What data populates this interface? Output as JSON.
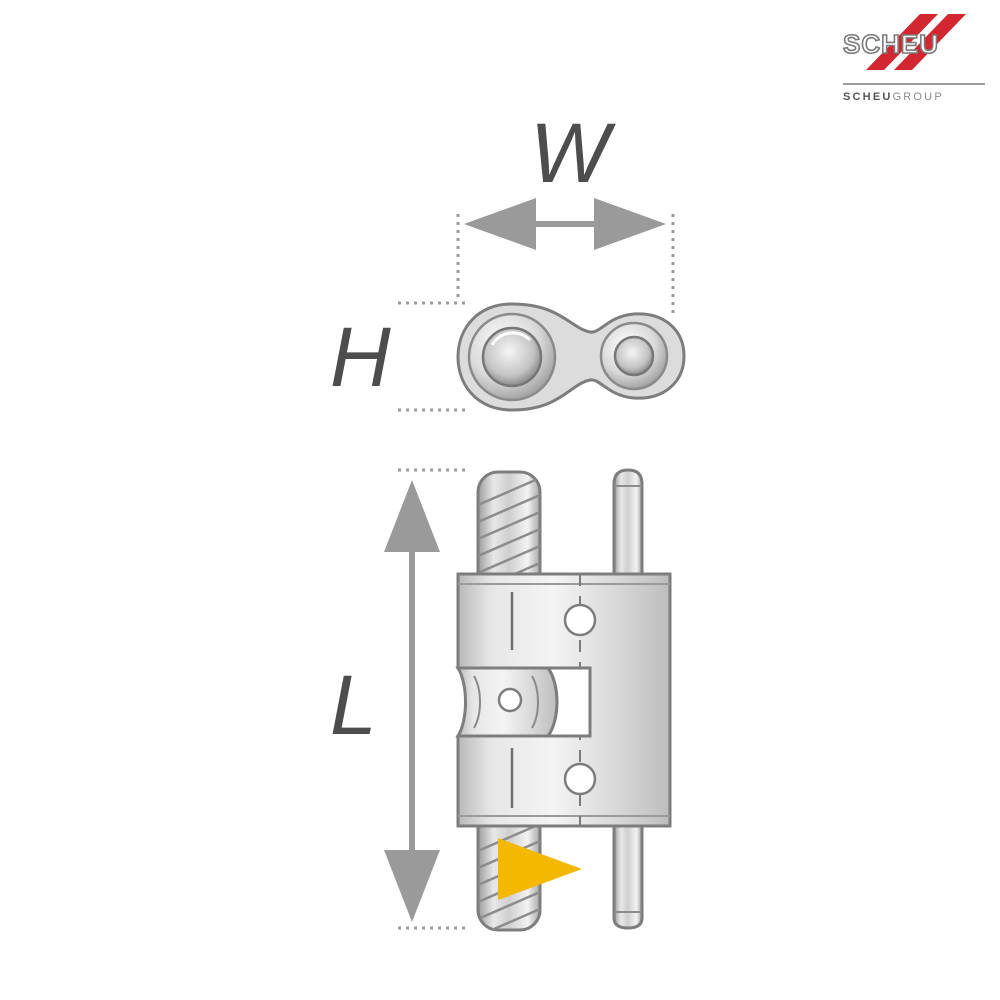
{
  "logo": {
    "brand": "SCHEU",
    "group_prefix": "SCHEU",
    "group_suffix": "GROUP",
    "brand_color": "#d22630",
    "text_color": "#6b6b6b"
  },
  "dimensions": {
    "width_label": "W",
    "height_label": "H",
    "length_label": "L"
  },
  "colors": {
    "arrow": "#9a9a9a",
    "dotted": "#9a9a9a",
    "metal_light": "#f0f0f0",
    "metal_mid": "#cfcfcf",
    "metal_dark": "#8f8f8f",
    "marker": "#f5b800"
  }
}
